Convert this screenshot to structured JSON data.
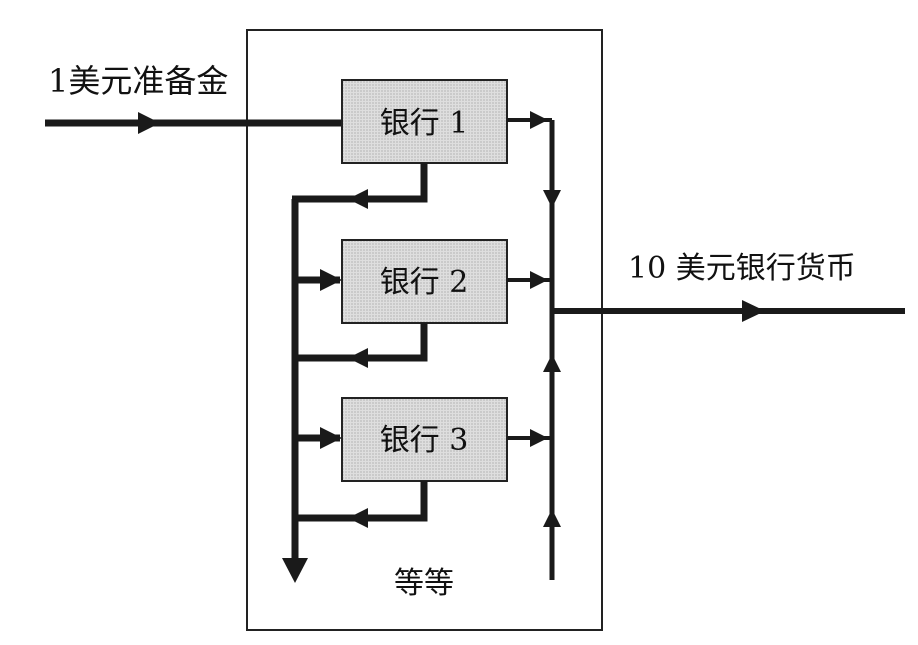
{
  "diagram": {
    "input_label": "1美元准备金",
    "output_label": "10 美元银行货币",
    "etc_label": "等等",
    "banks": [
      {
        "label": "银行 1"
      },
      {
        "label": "银行 2"
      },
      {
        "label": "银行 3"
      }
    ],
    "colors": {
      "line": "#1a1a1a",
      "box_fill": "#d4d4d4",
      "box_stroke": "#222222",
      "frame_stroke": "#222222"
    }
  }
}
